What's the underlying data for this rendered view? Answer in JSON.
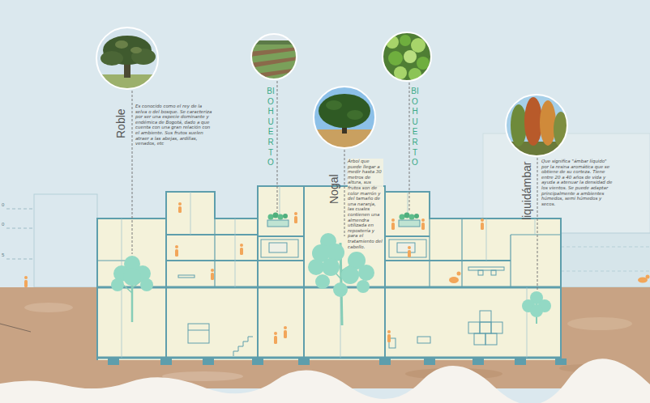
{
  "diagram": {
    "labels": [
      "Roble",
      "Es conocido como el rey de la selva o del bosque. Se caracteriza por ser una especie dominante y endémica de Bogotá, dado a que cuenta con una gran relación con el ambiente. Sus frutos suelen atraer a las abejas, ardillas, venados, etc",
      "BIOHUERTO",
      "Nogal",
      "Árbol que puede llegar a medir hasta 30 metros de altura, sus frutos son de color marrón y del tamaño de una naranja, las cuales contienen una almendra utilizada en repostería y para el tratamiento del cabello.",
      "BIOHUERTO",
      "liquidámbar",
      "Que significa \"ámbar líquido\" por la resina aromática que se obtiene de su corteza. Tiene entre 20 a 40 años de vida y ayuda a atenuar la densidad de los vientos. Se puede adaptar principalmente a ambientes húmedos, semi húmedos y secos.",
      "0",
      "0",
      "5"
    ]
  }
}
